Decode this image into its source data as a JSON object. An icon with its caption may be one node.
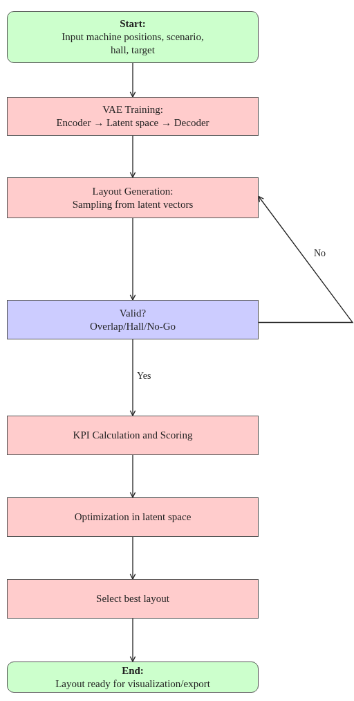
{
  "diagram": {
    "nodes": [
      {
        "text": [
          "Start:",
          "Input machine positions, scenario, hall, target"
        ]
      },
      {
        "text": [
          "VAE Training:",
          "Encoder → Latent space → Decoder"
        ]
      },
      {
        "text": [
          "Layout Generation:",
          "Sampling from latent vectors"
        ]
      },
      {
        "text": [
          "Valid?",
          "Overlap/Hall/No-Go"
        ]
      },
      {
        "text": [
          "KPI Calculation and Scoring"
        ]
      },
      {
        "text": [
          "Optimization in latent space"
        ]
      },
      {
        "text": [
          "Select best layout"
        ]
      },
      {
        "text": [
          "End:",
          "Layout ready for visualization/export"
        ]
      }
    ],
    "edges": [
      {
        "from": 0,
        "to": 1,
        "arrow": "to"
      },
      {
        "from": 1,
        "to": 2,
        "arrow": "to"
      },
      {
        "from": 2,
        "to": 3,
        "arrow": "to"
      },
      {
        "from": 3,
        "to": 4,
        "arrow": "to",
        "label": "Yes"
      },
      {
        "from": 3,
        "to": 2,
        "arrow": "to",
        "label": "No"
      },
      {
        "from": 4,
        "to": 5,
        "arrow": "to"
      },
      {
        "from": 5,
        "to": 6,
        "arrow": "to"
      },
      {
        "from": 6,
        "to": 7,
        "arrow": "to"
      }
    ]
  }
}
